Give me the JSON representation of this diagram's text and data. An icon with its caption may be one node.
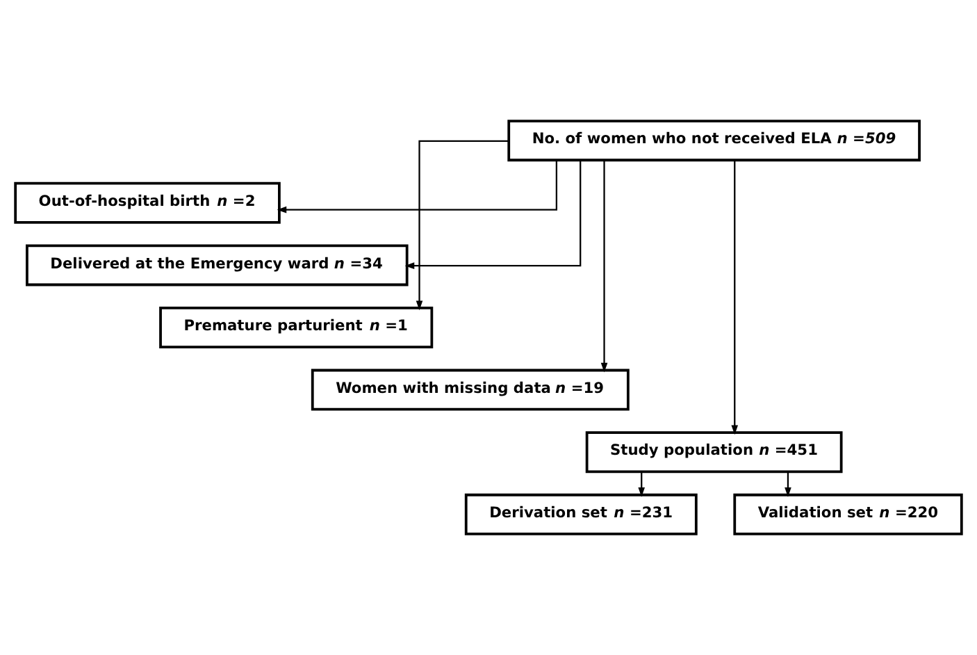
{
  "diagram": {
    "nodes": [
      {
        "text": [
          "No. of women who not received ELA *n =509*"
        ]
      },
      {
        "text": [
          "Out-of-hospital birth *n* =2"
        ]
      },
      {
        "text": [
          "Delivered at the Emergency ward *n* =34"
        ]
      },
      {
        "text": [
          "Premature parturient *n* =1"
        ]
      },
      {
        "text": [
          "Women with missing data *n* =19"
        ]
      },
      {
        "text": [
          "Study population *n* =451"
        ]
      },
      {
        "text": [
          "Derivation set *n* =231"
        ]
      },
      {
        "text": [
          "Validation set *n* =220"
        ]
      }
    ],
    "edges": [
      {
        "from": 0,
        "to": 1,
        "arrow": "to"
      },
      {
        "from": 0,
        "to": 2,
        "arrow": "to"
      },
      {
        "from": 0,
        "to": 3,
        "arrow": "to"
      },
      {
        "from": 0,
        "to": 4,
        "arrow": "to"
      },
      {
        "from": 0,
        "to": 5,
        "arrow": "to"
      },
      {
        "from": 5,
        "to": 6,
        "arrow": "to"
      },
      {
        "from": 5,
        "to": 7,
        "arrow": "to"
      }
    ]
  }
}
